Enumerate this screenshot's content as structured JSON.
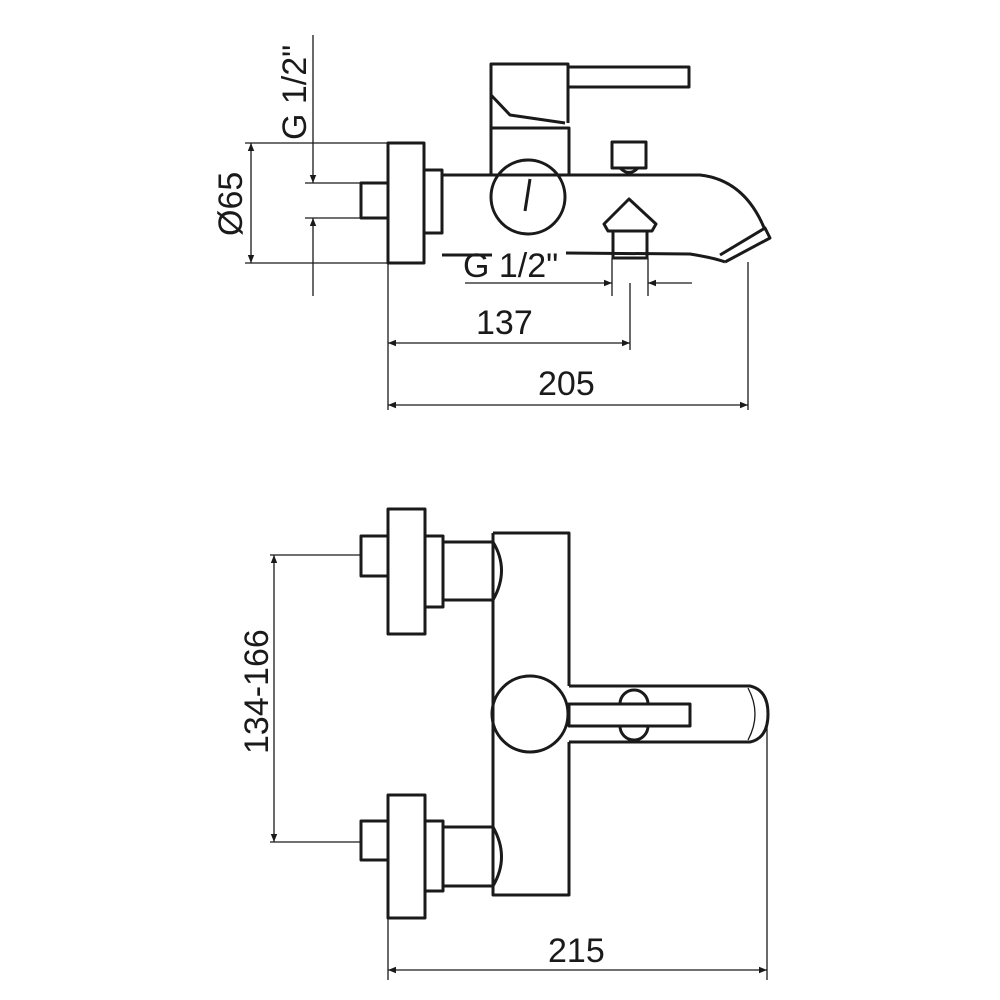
{
  "drawing": {
    "title": "Bath mixer dimension drawing",
    "side_view": {
      "inlet_thread_label": "G 1/2\"",
      "flange_diameter_label": "Ø65",
      "outlet_thread_label": "G 1/2\"",
      "outlet_distance_label": "137",
      "total_depth_label": "205"
    },
    "top_view": {
      "inlet_spacing_label": "134-166",
      "total_depth_label": "215"
    },
    "line_color": "#1a1a1a"
  }
}
